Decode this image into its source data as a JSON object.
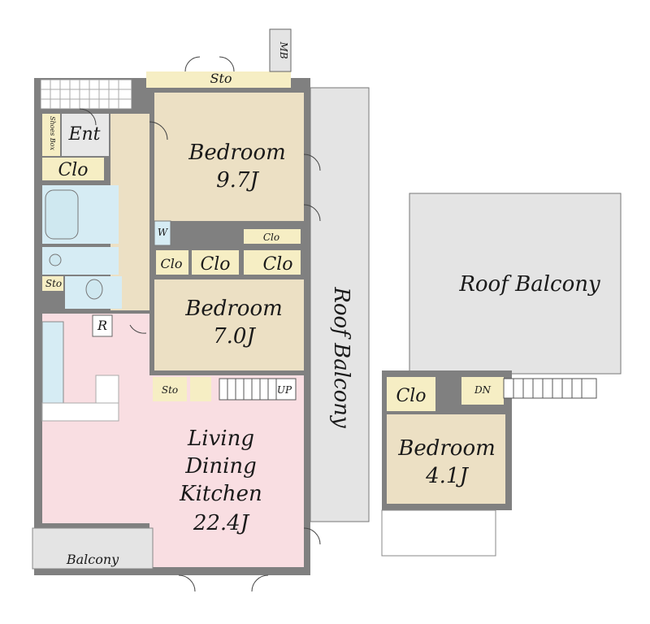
{
  "rooms": {
    "bedroom1": {
      "name": "Bedroom",
      "size": "9.7J"
    },
    "bedroom2": {
      "name": "Bedroom",
      "size": "7.0J"
    },
    "bedroom3": {
      "name": "Bedroom",
      "size": "4.1J"
    },
    "ldk": {
      "line1": "Living",
      "line2": "Dining",
      "line3": "Kitchen",
      "size": "22.4J"
    },
    "roof_balcony_main": "Roof Balcony",
    "roof_balcony_side": "Roof Balcony",
    "balcony": "Balcony"
  },
  "labels": {
    "ent": "Ent",
    "shoes_box": "Shoes Box",
    "clo": "Clo",
    "sto": "Sto",
    "mb": "MB",
    "w": "W",
    "r": "R",
    "up": "UP",
    "dn": "DN"
  },
  "colors": {
    "bedroom": "#ece0c4",
    "storage": "#f6eec4",
    "ldk": "#f9dee2",
    "bath": "#d6ecf4",
    "balcony": "#e4e4e4",
    "wall": "#808080"
  }
}
